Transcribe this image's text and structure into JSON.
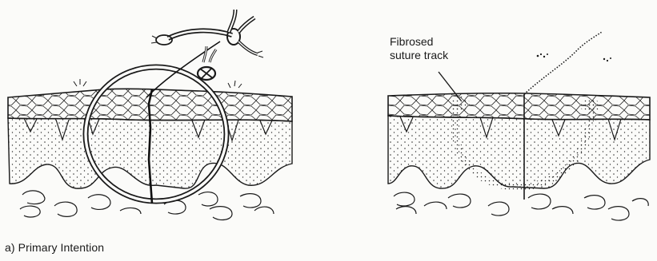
{
  "figure": {
    "caption": "a) Primary Intention",
    "callout": {
      "line1": "Fibrosed",
      "line2": "suture track"
    },
    "colors": {
      "ink": "#1a1a1a",
      "paper": "#fbfbf9"
    },
    "panels": [
      {
        "name": "sutured-wound",
        "icons": [
          "suture-loop-icon",
          "knot-icon",
          "needle-icon"
        ]
      },
      {
        "name": "healed-wound",
        "icons": [
          "fibrosed-track-icon",
          "scar-line-icon"
        ]
      }
    ]
  }
}
